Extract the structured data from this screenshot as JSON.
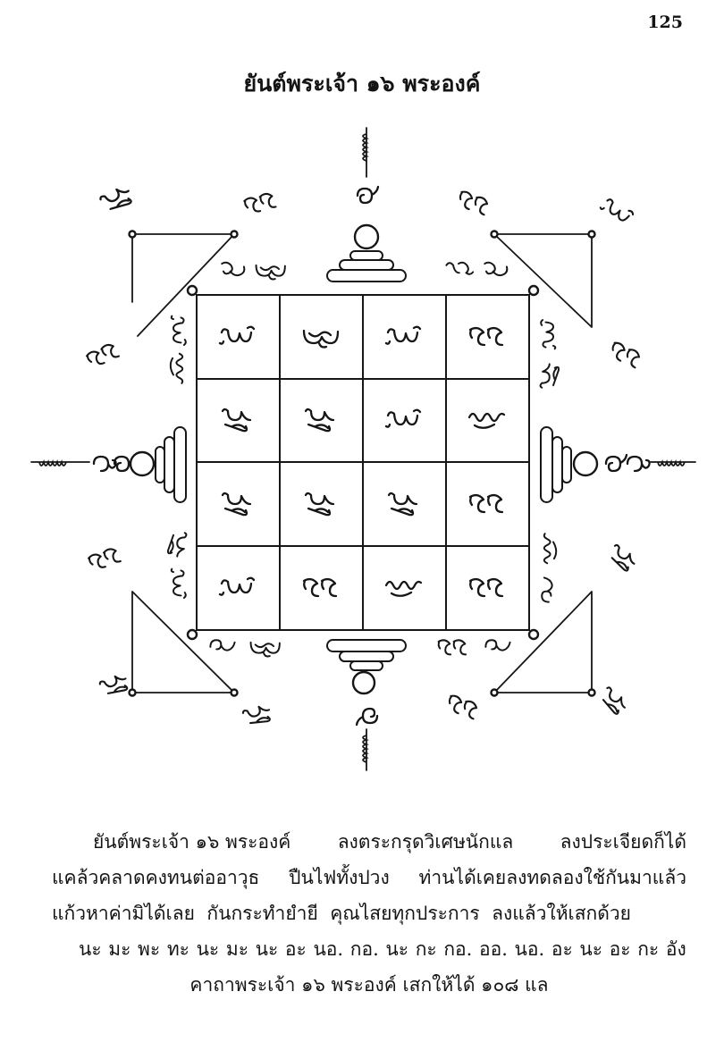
{
  "page_number": "125",
  "title": "ยันต์พระเจ้า ๑๖ พระองค์",
  "body": {
    "lines": [
      [
        "ยันต์พระเจ้า ๑๖ พระองค์",
        "ลงตระกรุดวิเศษนักแล",
        "ลงประเจียดก็ได้"
      ],
      [
        "แคล้วคลาดคงทนต่ออาวุธ",
        "ปืนไฟทั้งปวง",
        "ท่านได้เคยลงทดลองใช้กันมาแล้ว"
      ],
      [
        "แก้วหาค่ามิได้เลย",
        "กันกระทำยำยี",
        "คุณไสยทุกประการ",
        "ลงแล้วให้เสกด้วย"
      ]
    ],
    "mantra": [
      "นะ",
      "มะ",
      "พะ",
      "ทะ",
      "นะ",
      "มะ",
      "นะ",
      "อะ",
      "นอ.",
      "กอ.",
      "นะ",
      "กะ",
      "กอ.",
      "ออ.",
      "นอ.",
      "อะ",
      "นะ",
      "อะ",
      "กะ",
      "อัง"
    ],
    "closing": "คาถาพระเจ้า ๑๖ พระองค์ เสกให้ได้ ๑๐๘ แล"
  }
}
